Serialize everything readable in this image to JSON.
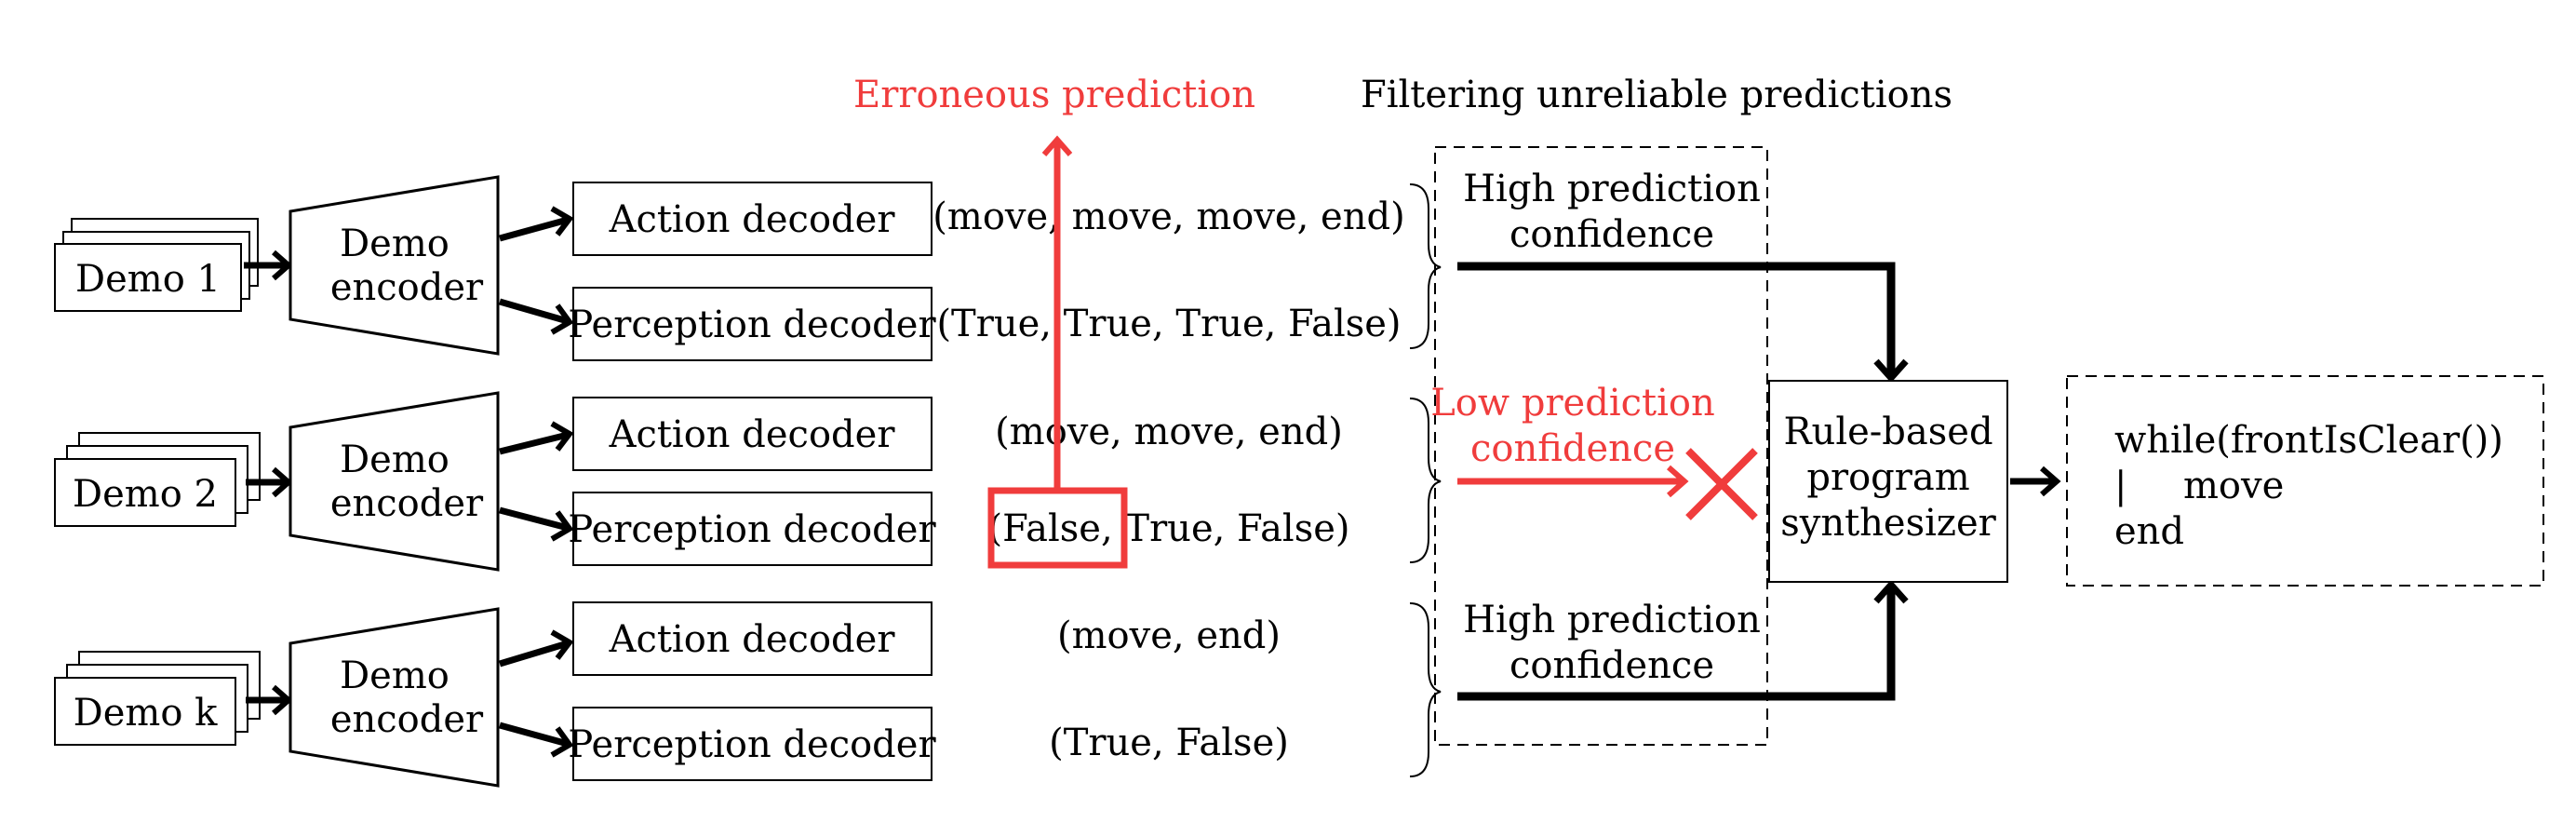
{
  "headers": {
    "error_title": "Erroneous prediction",
    "filter_title": "Filtering unreliable predictions"
  },
  "groups": [
    {
      "demo_label": "Demo 1",
      "encoder_line1": "Demo",
      "encoder_line2": "encoder",
      "action_decoder": "Action decoder",
      "perception_decoder": "Perception decoder",
      "action_seq": "(move, move, move, end)",
      "perception_seq": "(True, True, True, False)"
    },
    {
      "demo_label": "Demo 2",
      "encoder_line1": "Demo",
      "encoder_line2": "encoder",
      "action_decoder": "Action decoder",
      "perception_decoder": "Perception decoder",
      "action_seq": "(move, move, end)",
      "perception_seq": "(False, True, False)"
    },
    {
      "demo_label": "Demo k",
      "encoder_line1": "Demo",
      "encoder_line2": "encoder",
      "action_decoder": "Action decoder",
      "perception_decoder": "Perception decoder",
      "action_seq": "(move, end)",
      "perception_seq": "(True, False)"
    }
  ],
  "confidence": {
    "high_line1": "High prediction",
    "high_line2": "confidence",
    "low_line1": "Low prediction",
    "low_line2": "confidence"
  },
  "synthesizer": {
    "line1": "Rule-based",
    "line2": "program",
    "line3": "synthesizer"
  },
  "program": {
    "line1": "while(frontIsClear())",
    "line2_bar": "|",
    "line2": "move",
    "line3": "end"
  },
  "colors": {
    "error": "#f03c3c",
    "ink": "#000000"
  }
}
